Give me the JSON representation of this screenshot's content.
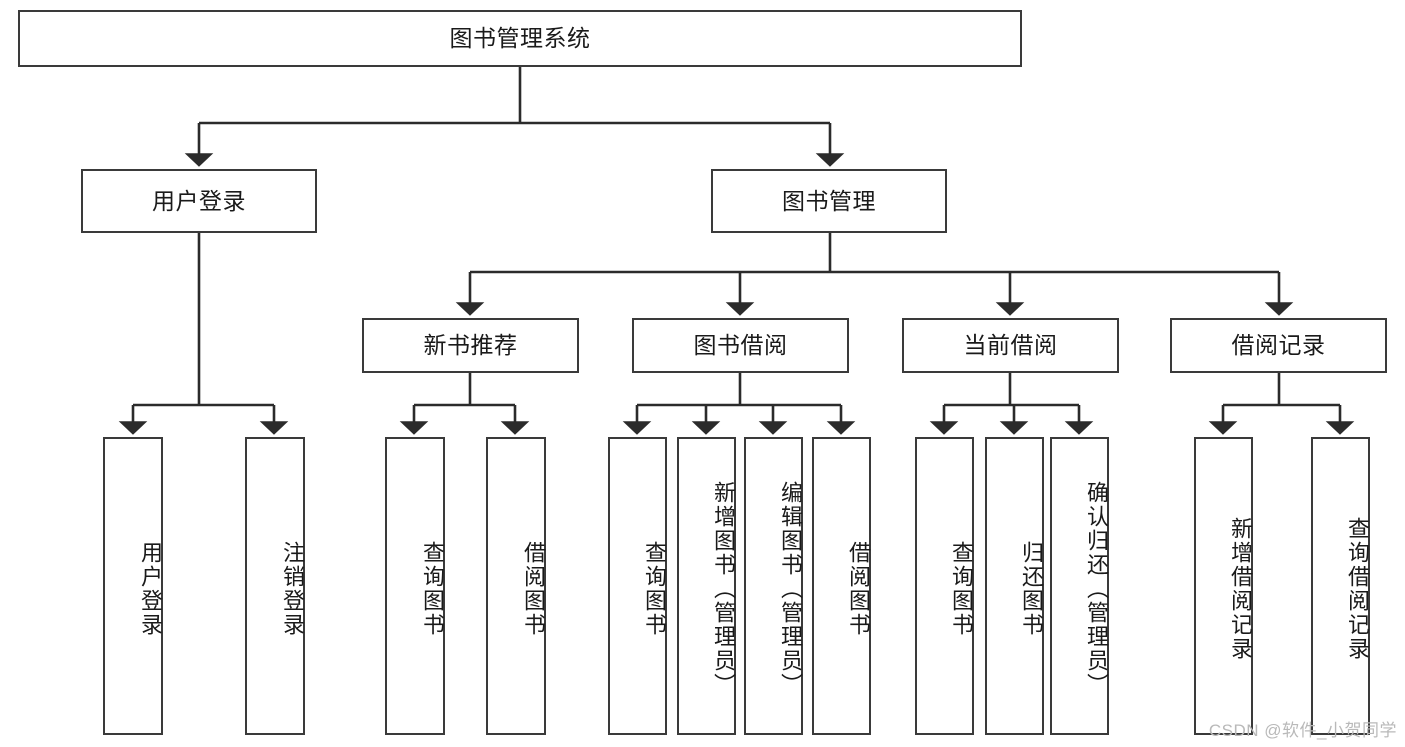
{
  "diagram": {
    "title": "图书管理系统",
    "type": "hierarchy-tree",
    "watermark": "CSDN @软件_小贺同学",
    "colors": {
      "box_border": "#3a3a3a",
      "box_fill": "#ffffff",
      "edge": "#2b2b2b",
      "text": "#1a1a1a",
      "watermark": "#b9b9b9",
      "background": "#ffffff"
    },
    "root": {
      "label": "图书管理系统"
    },
    "level2": [
      {
        "label": "用户登录"
      },
      {
        "label": "图书管理"
      }
    ],
    "level3": [
      {
        "label": "新书推荐"
      },
      {
        "label": "图书借阅"
      },
      {
        "label": "当前借阅"
      },
      {
        "label": "借阅记录"
      }
    ],
    "leaves": {
      "user_login": [
        {
          "label": "用户登录"
        },
        {
          "label": "注销登录"
        }
      ],
      "new_book_recommend": [
        {
          "label": "查询图书"
        },
        {
          "label": "借阅图书"
        }
      ],
      "book_borrow": [
        {
          "label": "查询图书"
        },
        {
          "label": "新增图书（管理员）"
        },
        {
          "label": "编辑图书（管理员）"
        },
        {
          "label": "借阅图书"
        }
      ],
      "current_borrow": [
        {
          "label": "查询图书"
        },
        {
          "label": "归还图书"
        },
        {
          "label": "确认归还（管理员）"
        }
      ],
      "borrow_record": [
        {
          "label": "新增借阅记录"
        },
        {
          "label": "查询借阅记录"
        }
      ]
    }
  }
}
